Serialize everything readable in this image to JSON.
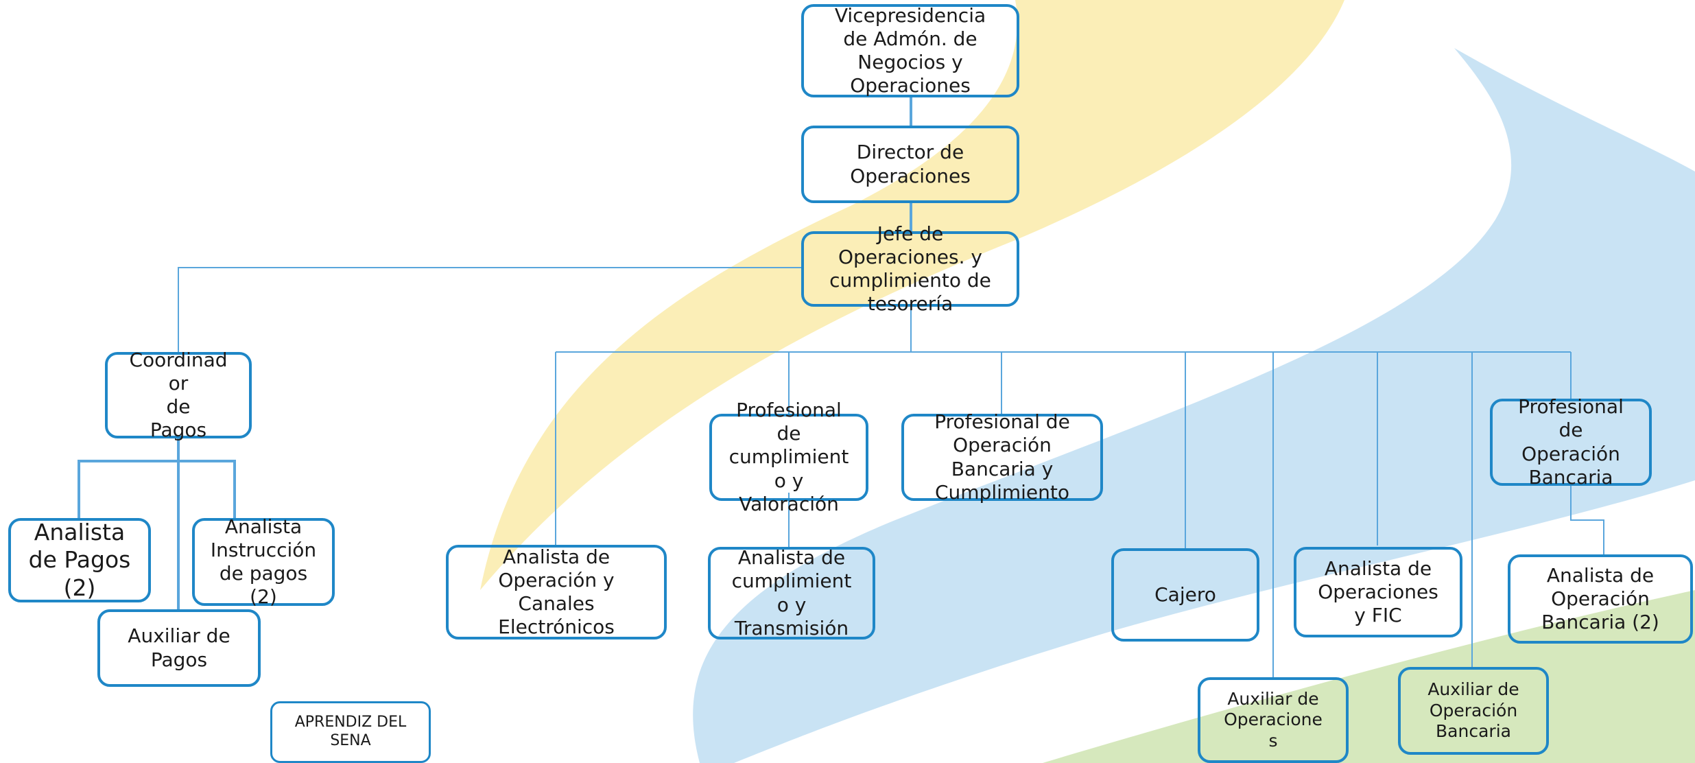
{
  "colors": {
    "box_border": "#1f87c7",
    "connector": "#5aa6dc",
    "bg_blue": "#c9e3f4",
    "bg_yellow": "#fbeeb7",
    "bg_green": "#d6e8bd"
  },
  "nodes": {
    "vicepresidencia": "Vicepresidencia\nde Admón. de\nNegocios y\nOperaciones",
    "director": "Director de\nOperaciones",
    "jefe": "Jefe de\nOperaciones. y\ncumplimiento de\ntesorería",
    "coordinador": "Coordinad\nor\nde\nPagos",
    "analista_pagos": "Analista\nde Pagos\n(2)",
    "analista_instruccion": "Analista\nInstrucción\nde pagos\n(2)",
    "auxiliar_pagos": "Auxiliar de\nPagos",
    "aprendiz": "APRENDIZ DEL\nSENA",
    "analista_canales": "Analista de\nOperación y\nCanales\nElectrónicos",
    "profesional_cumplimiento": "Profesional\nde\ncumplimient\no y\nValoración",
    "analista_cumplimiento": "Analista de\ncumplimient\no y\nTransmisión",
    "profesional_bancaria_cumplimiento": "Profesional de\nOperación\nBancaria y\nCumplimiento",
    "cajero": "Cajero",
    "analista_fic": "Analista de\nOperaciones\ny FIC",
    "auxiliar_operaciones": "Auxiliar de\nOperacione\ns",
    "auxiliar_bancaria": "Auxiliar de\nOperación\nBancaria",
    "profesional_bancaria": "Profesional\nde\nOperación\nBancaria",
    "analista_bancaria": "Analista de\nOperación\nBancaria (2)"
  }
}
